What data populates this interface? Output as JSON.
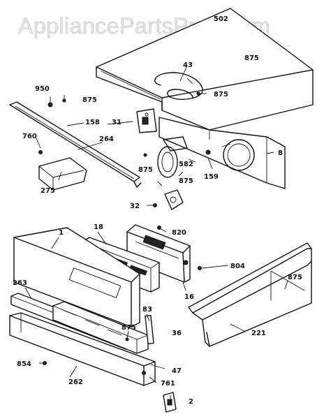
{
  "watermark": "AppliancePartsPros.com",
  "labels": {
    "l502": "502",
    "l875a": "875",
    "l43": "43",
    "l875b": "875",
    "l950": "950",
    "l875c": "875",
    "l158": "158",
    "l31": "31",
    "l760": "760",
    "l264": "264",
    "l8": "8",
    "l875d": "875",
    "l582": "582",
    "l875e": "875",
    "l159": "159",
    "l275": "275",
    "l32": "32",
    "l820": "820",
    "l18": "18",
    "l1": "1",
    "l804": "804",
    "l16": "16",
    "l875f": "875",
    "l263": "263",
    "l83": "83",
    "l875g": "875",
    "l36": "36",
    "l221": "221",
    "l854": "854",
    "l262": "262",
    "l47": "47",
    "l761": "761",
    "l2": "2"
  }
}
